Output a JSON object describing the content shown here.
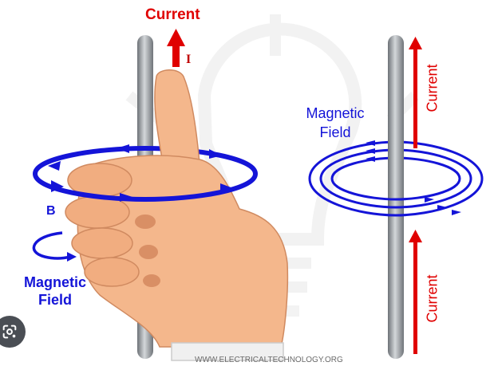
{
  "labels": {
    "current_top": "Current",
    "current_symbol": "I",
    "field_symbol": "B",
    "magnetic_field_left_line1": "Magnetic",
    "magnetic_field_left_line2": "Field",
    "magnetic_field_right_line1": "Magnetic",
    "magnetic_field_right_line2": "Field",
    "current_right_top": "Current",
    "current_right_bottom": "Current"
  },
  "watermark": "WWW.ELECTRICALTECHNOLOGY.ORG",
  "colors": {
    "current": "#e00000",
    "field": "#1414d8",
    "hand": "#f4b78c",
    "hand_shadow": "#d98f65",
    "wire": "#9aa0a6"
  },
  "icons": {
    "lens_button": "google-lens-icon"
  }
}
